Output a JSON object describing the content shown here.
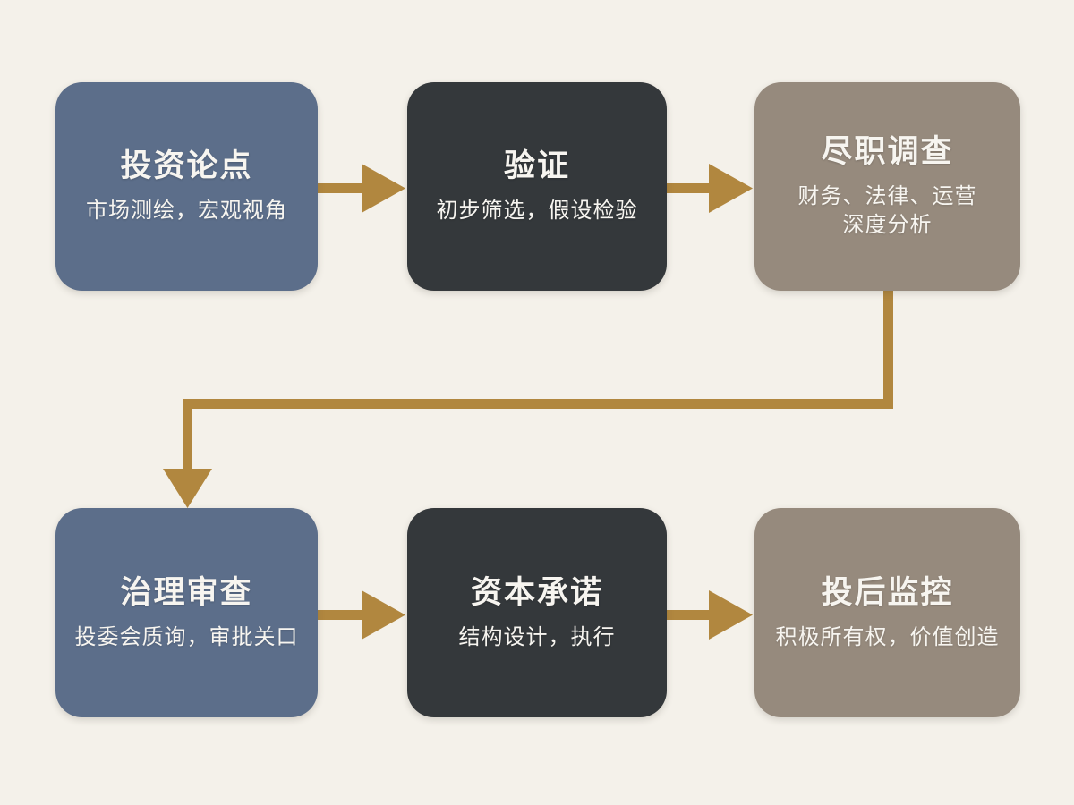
{
  "diagram": {
    "background": "#f4f1ea",
    "colors": {
      "arrow": "#b1873f",
      "node_blue": "#5c6e8a",
      "node_charcoal": "#34383b",
      "node_taupe": "#968a7d",
      "text": "#f7f5f0"
    },
    "boxes": [
      {
        "id": "investment-thesis",
        "title": "投资论点",
        "subtitle": "市场测绘，宏观视角",
        "color": "#5c6e8a"
      },
      {
        "id": "validation",
        "title": "验证",
        "subtitle": "初步筛选，假设检验",
        "color": "#34383b"
      },
      {
        "id": "due-diligence",
        "title": "尽职调查",
        "subtitle": "财务、法律、运营深度分析",
        "color": "#968a7d"
      },
      {
        "id": "governance-review",
        "title": "治理审查",
        "subtitle": "投委会质询，审批关口",
        "color": "#5c6e8a"
      },
      {
        "id": "capital-commitment",
        "title": "资本承诺",
        "subtitle": "结构设计，执行",
        "color": "#34383b"
      },
      {
        "id": "post-investment-monitoring",
        "title": "投后监控",
        "subtitle": "积极所有权，价值创造",
        "color": "#968a7d"
      }
    ],
    "flow": [
      {
        "from": "投资论点",
        "to": "验证"
      },
      {
        "from": "验证",
        "to": "尽职调查"
      },
      {
        "from": "尽职调查",
        "to": "治理审查"
      },
      {
        "from": "治理审查",
        "to": "资本承诺"
      },
      {
        "from": "资本承诺",
        "to": "投后监控"
      }
    ]
  }
}
